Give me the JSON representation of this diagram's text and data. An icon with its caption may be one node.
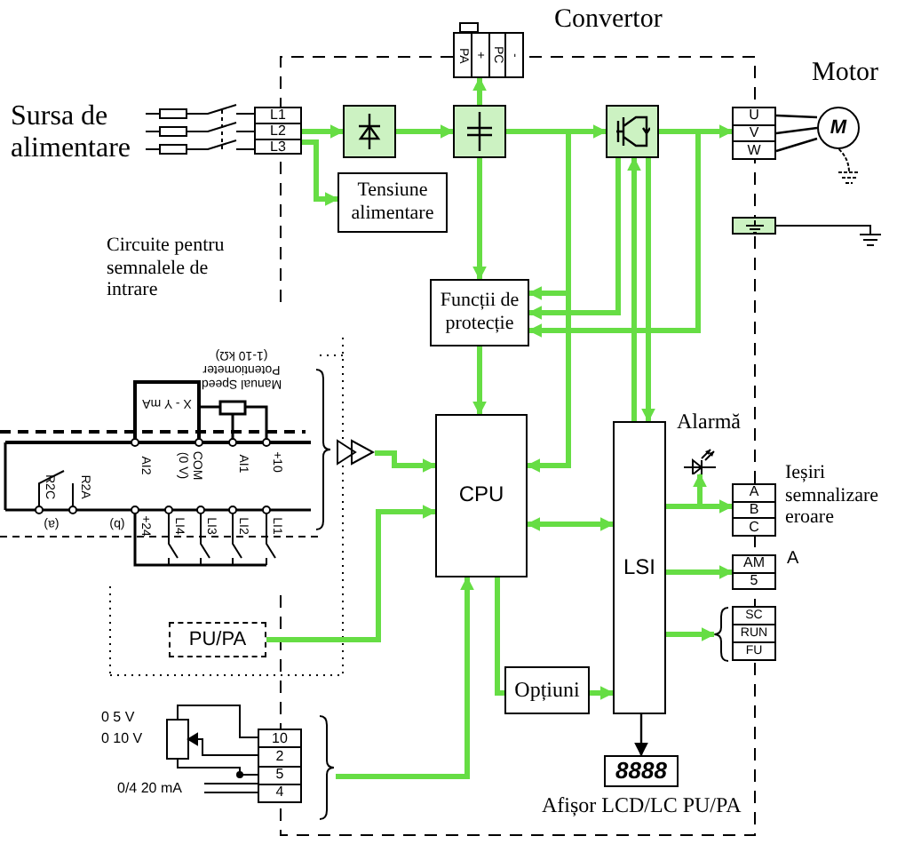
{
  "diagram": {
    "nodes": [
      {
        "text": [
          "L1",
          "L2",
          "L3"
        ]
      },
      {
        "text": [],
        "shape": "box"
      },
      {
        "text": [],
        "shape": "box"
      },
      {
        "text": [],
        "shape": "box"
      },
      {
        "text": [
          "PA",
          "+",
          "PC",
          "-"
        ]
      },
      {
        "text": [
          "Tensiune alimentare"
        ]
      },
      {
        "text": [
          "U",
          "V",
          "W"
        ]
      },
      {
        "text": [
          "M"
        ]
      },
      {
        "text": [],
        "shape": "box"
      },
      {
        "text": [
          "Funcții de protecție"
        ]
      },
      {
        "text": [
          "CPU"
        ]
      },
      {
        "text": [
          "LSI"
        ]
      },
      {
        "text": [
          "A",
          "B",
          "C"
        ]
      },
      {
        "text": [
          "AM",
          "5"
        ]
      },
      {
        "text": [
          "SC",
          "RUN",
          "FU"
        ]
      },
      {
        "text": [
          "Opțiuni"
        ]
      },
      {
        "text": [
          "8888"
        ],
        "beside": [
          "Afișor LCD/LC PU/PA"
        ]
      },
      {
        "text": [
          "PU/PA"
        ]
      },
      {
        "text": [
          "10",
          "2",
          "5",
          "4"
        ]
      },
      {
        "text": [],
        "shape": "diode",
        "beside": [
          "Alarmă"
        ]
      },
      {
        "text": [],
        "shape": "triangle"
      },
      {
        "text": [],
        "shape": "bracket"
      }
    ],
    "edges": [
      {
        "from": 0,
        "to": 1,
        "arrow": "to"
      },
      {
        "from": 0,
        "to": 5,
        "arrow": "to"
      },
      {
        "from": 1,
        "to": 2,
        "arrow": "to"
      },
      {
        "from": 2,
        "to": 3,
        "arrow": "to"
      },
      {
        "from": 2,
        "to": 4,
        "arrow": "to"
      },
      {
        "from": 2,
        "to": 9,
        "arrow": "to"
      },
      {
        "from": 3,
        "to": 6,
        "arrow": "to"
      },
      {
        "from": 2,
        "to": 9,
        "arrow": "to"
      },
      {
        "from": 2,
        "to": 10,
        "arrow": "to"
      },
      {
        "from": 3,
        "to": 9,
        "arrow": "to"
      },
      {
        "from": 11,
        "to": 3,
        "arrow": "to"
      },
      {
        "from": 3,
        "to": 11,
        "arrow": "to"
      },
      {
        "from": 3,
        "to": 9,
        "arrow": "to"
      },
      {
        "from": 9,
        "to": 10,
        "arrow": "to"
      },
      {
        "from": 10,
        "to": 11,
        "arrow": "both"
      },
      {
        "from": 11,
        "to": 12,
        "arrow": "to"
      },
      {
        "from": 11,
        "to": 19,
        "arrow": "to"
      },
      {
        "from": 11,
        "to": 13,
        "arrow": "to"
      },
      {
        "from": 11,
        "to": 14,
        "arrow": "to"
      },
      {
        "from": 15,
        "to": 11,
        "arrow": "to"
      },
      {
        "from": 10,
        "to": 15,
        "arrow": "none"
      },
      {
        "from": 17,
        "to": 10,
        "arrow": "to"
      },
      {
        "from": 20,
        "to": 10,
        "arrow": "to"
      },
      {
        "from": 21,
        "to": 10,
        "arrow": "to"
      },
      {
        "from": 11,
        "to": 16,
        "arrow": "to",
        "color": "#000000"
      },
      {
        "from": 6,
        "to": 7,
        "arrow": "none",
        "color": "#000000"
      },
      {
        "from": 6,
        "to": 7,
        "arrow": "none",
        "color": "#000000"
      },
      {
        "from": 6,
        "to": 7,
        "arrow": "none",
        "color": "#000000"
      }
    ],
    "labels": [
      "Convertor",
      "Motor",
      "Sursa de alimentare",
      "Circuite pentru semnalele de intrare",
      "Manual Speed Potentiometer (1-10 kΩ)",
      "X - Y mA",
      "AI2",
      "COM (0 V)",
      "AI1",
      "+10",
      "R2C",
      "R2A",
      "(a)",
      "(b)",
      "+24",
      "LI4",
      "LI3",
      "LI2",
      "LI1",
      "Ieșiri semnalizare eroare",
      "A",
      "0 5 V",
      "0 10 V",
      "0/4 20 mA"
    ]
  }
}
